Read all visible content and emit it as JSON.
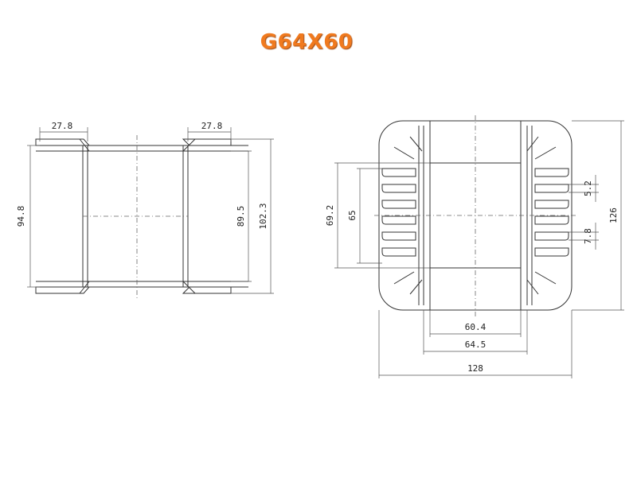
{
  "title": "G64X60",
  "side_view": {
    "dim_top_left": "27.8",
    "dim_top_right": "27.8",
    "dim_left_height": "94.8",
    "dim_inner_height": "89.5",
    "dim_outer_height": "102.3"
  },
  "front_view": {
    "dim_left_outer": "69.2",
    "dim_left_inner": "65",
    "dim_slot_pitch": "5.2",
    "dim_slot_width": "7.8",
    "dim_total_height": "126",
    "dim_inner_width": "60.4",
    "dim_outer_width": "64.5",
    "dim_total_width": "128"
  },
  "colors": {
    "title": "#f07a1f",
    "line": "#333333"
  }
}
